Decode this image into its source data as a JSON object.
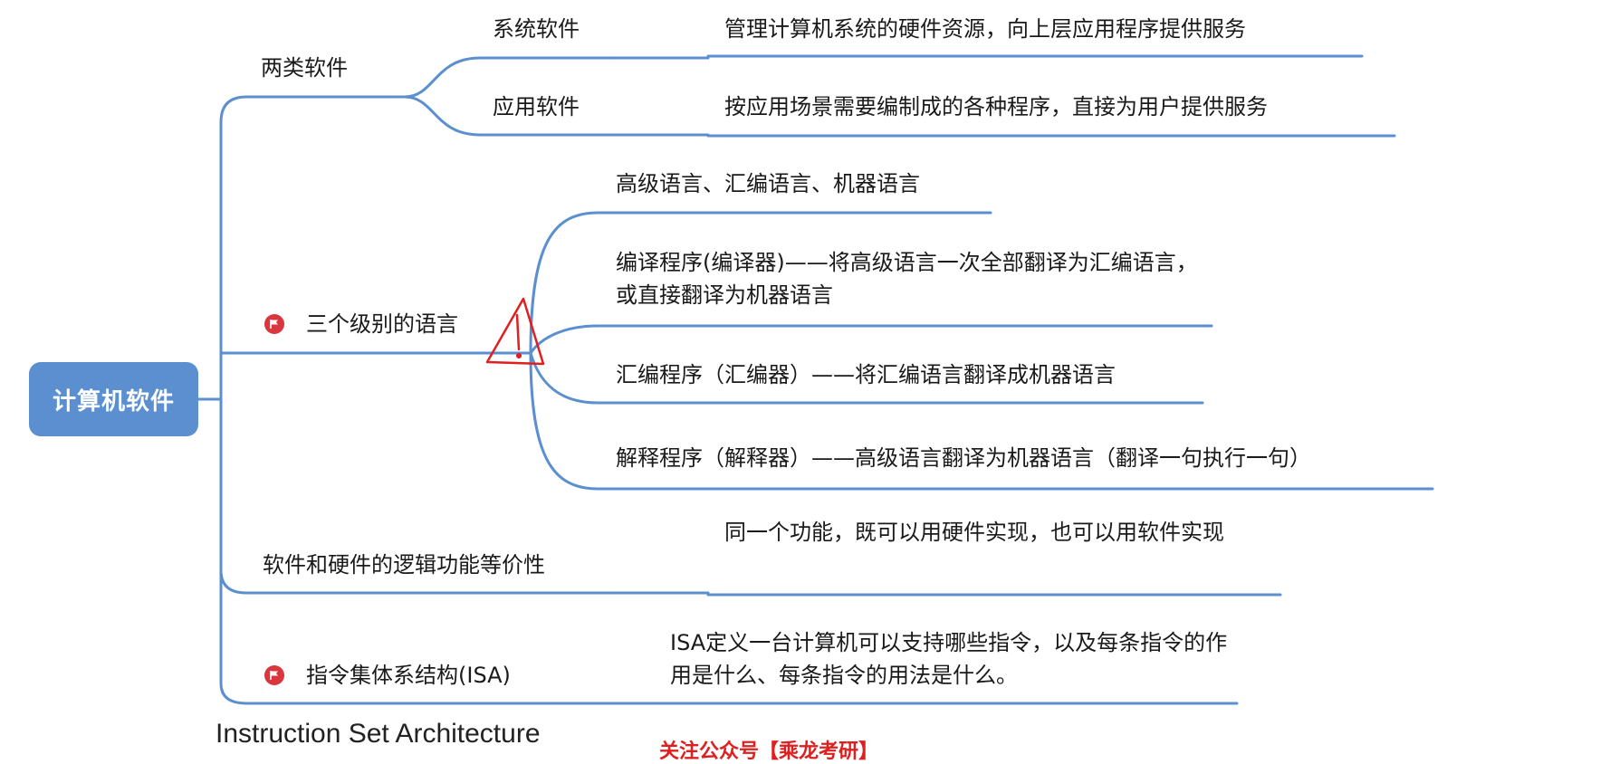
{
  "root": {
    "label": "计算机软件"
  },
  "branches": {
    "two_types": {
      "label": "两类软件",
      "children": [
        {
          "label": "系统软件",
          "desc": "管理计算机系统的硬件资源，向上层应用程序提供服务"
        },
        {
          "label": "应用软件",
          "desc": "按应用场景需要编制成的各种程序，直接为用户提供服务"
        }
      ]
    },
    "three_levels": {
      "label": "三个级别的语言",
      "flag_icon": "red-flag-icon",
      "children": [
        "高级语言、汇编语言、机器语言",
        "编译程序(编译器)——将高级语言一次全部翻译为汇编语言，或直接翻译为机器语言",
        "汇编程序（汇编器）——将汇编语言翻译成机器语言",
        "解释程序（解释器）——高级语言翻译为机器语言（翻译一句执行一句）"
      ]
    },
    "equivalence": {
      "label": "软件和硬件的逻辑功能等价性",
      "desc": "同一个功能，既可以用硬件实现，也可以用软件实现"
    },
    "isa": {
      "label": "指令集体系结构(ISA)",
      "flag_icon": "red-flag-icon",
      "desc": "ISA定义一台计算机可以支持哪些指令，以及每条指令的作用是什么、每条指令的用法是什么。",
      "caption": "Instruction Set Architecture"
    }
  },
  "footer": "关注公众号【乘龙考研】",
  "colors": {
    "line": "#5b8fd0",
    "root_bg": "#5b8fd0",
    "flag": "#d9363e",
    "annotation": "#e02020"
  }
}
